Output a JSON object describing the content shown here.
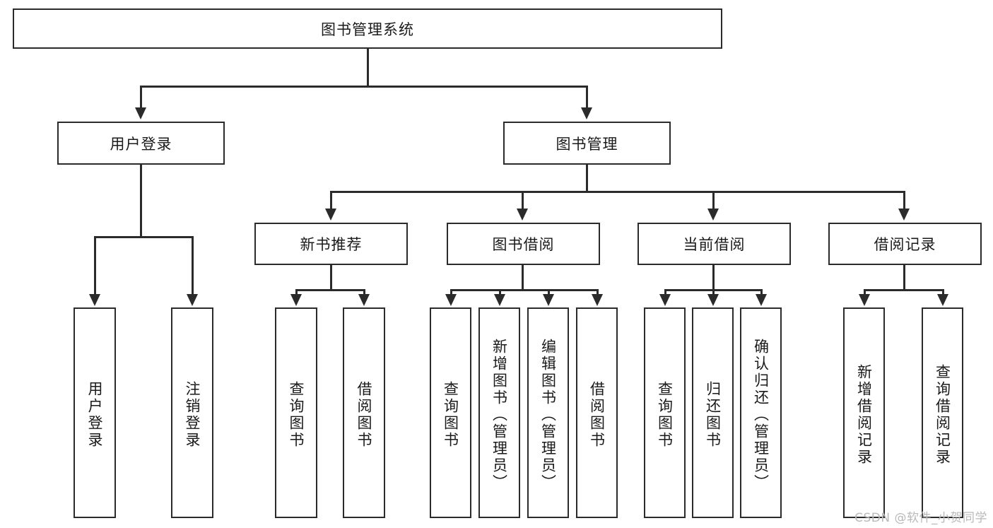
{
  "diagram": {
    "type": "tree-hierarchy",
    "root": {
      "label": "图书管理系统"
    },
    "level2": [
      {
        "id": "user-login",
        "label": "用户登录"
      },
      {
        "id": "book-management",
        "label": "图书管理"
      }
    ],
    "level3": [
      {
        "id": "new-book-recommend",
        "label": "新书推荐",
        "parent": "book-management"
      },
      {
        "id": "book-borrow",
        "label": "图书借阅",
        "parent": "book-management"
      },
      {
        "id": "current-borrow",
        "label": "当前借阅",
        "parent": "book-management"
      },
      {
        "id": "borrow-record",
        "label": "借阅记录",
        "parent": "book-management"
      }
    ],
    "leaves": {
      "user_login": [
        {
          "label": "用户登录"
        },
        {
          "label": "注销登录"
        }
      ],
      "new_book_recommend": [
        {
          "label": "查询图书"
        },
        {
          "label": "借阅图书"
        }
      ],
      "book_borrow": [
        {
          "label": "查询图书"
        },
        {
          "label": "新增图书（管理员）"
        },
        {
          "label": "编辑图书（管理员）"
        },
        {
          "label": "借阅图书"
        }
      ],
      "current_borrow": [
        {
          "label": "查询图书"
        },
        {
          "label": "归还图书"
        },
        {
          "label": "确认归还（管理员）"
        }
      ],
      "borrow_record": [
        {
          "label": "新增借阅记录"
        },
        {
          "label": "查询借阅记录"
        }
      ]
    }
  },
  "watermark": {
    "text": "CSDN @软件_小贺同学"
  },
  "colors": {
    "line": "#2b2b2b",
    "background": "#ffffff",
    "watermark": "#b9b9b9"
  }
}
